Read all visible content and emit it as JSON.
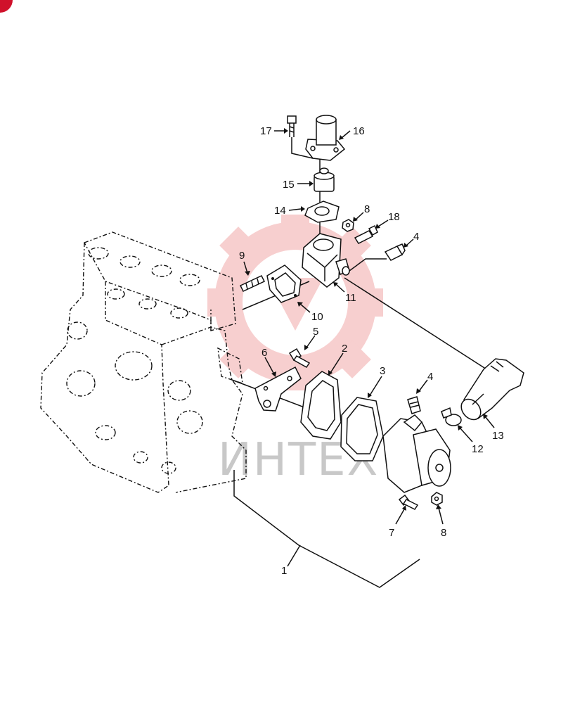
{
  "diagram": {
    "watermark": "ИНТЕХ",
    "colors": {
      "watermark_gear": "#f2a8a8",
      "badge": "#d0112b",
      "ink": "#111111"
    },
    "callouts": [
      "1",
      "2",
      "3",
      "4",
      "4",
      "5",
      "6",
      "7",
      "8",
      "8",
      "9",
      "10",
      "11",
      "12",
      "13",
      "14",
      "15",
      "16",
      "17",
      "18"
    ]
  }
}
